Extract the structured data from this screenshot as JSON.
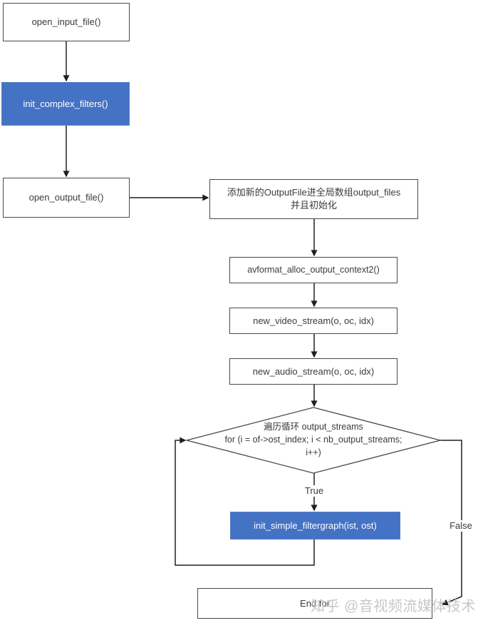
{
  "flowchart": {
    "nodes": {
      "open_input_file": {
        "label": "open_input_file()"
      },
      "init_complex_filters": {
        "label": "init_complex_filters()"
      },
      "open_output_file": {
        "label": "open_output_file()"
      },
      "add_output_file": {
        "line1": "添加新的OutputFile进全局数组output_files",
        "line2": "并且初始化"
      },
      "avformat_alloc": {
        "label": "avformat_alloc_output_context2()"
      },
      "new_video_stream": {
        "label": "new_video_stream(o, oc, idx)"
      },
      "new_audio_stream": {
        "label": "new_audio_stream(o, oc, idx)"
      },
      "loop_decision": {
        "line1": "遍历循环 output_streams",
        "line2": "for (i = of->ost_index; i < nb_output_streams;",
        "line3": "i++)"
      },
      "init_simple_filtergraph": {
        "label": "init_simple_filtergraph(ist, ost)"
      },
      "end_for": {
        "label": "End for"
      }
    },
    "edge_labels": {
      "true_label": "True",
      "false_label": "False"
    },
    "colors": {
      "highlight_fill": "#4472c4",
      "highlight_text": "#ffffff",
      "box_border": "#4a4a4a",
      "line": "#1f1f1f",
      "text": "#3b3b3b"
    }
  },
  "watermark": {
    "text": "知乎 @音视频流媒体技术",
    "color": "#c7c7c7"
  }
}
